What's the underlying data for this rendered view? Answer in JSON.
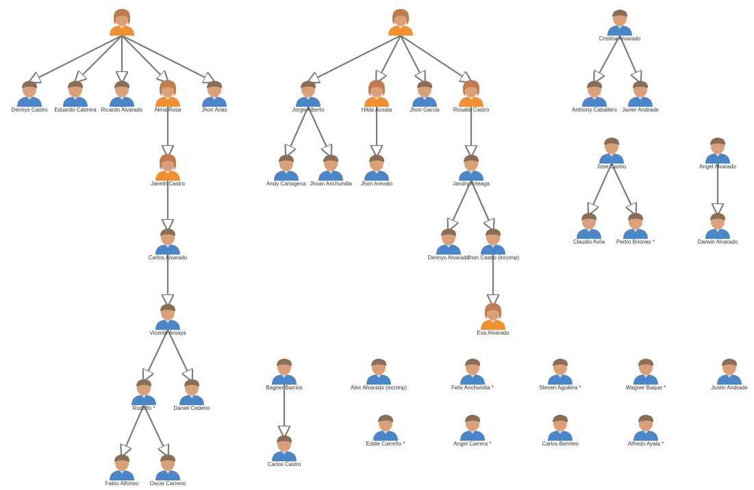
{
  "diagram": {
    "nodes": [
      {
        "id": "n1",
        "label": "",
        "gender": "female"
      },
      {
        "id": "n2",
        "label": "Dennys Castro",
        "gender": "male"
      },
      {
        "id": "n3",
        "label": "Eduardo Cabrera",
        "gender": "male"
      },
      {
        "id": "n4",
        "label": "Ricardo Alvarado",
        "gender": "male"
      },
      {
        "id": "n5",
        "label": "Alma Rosa",
        "gender": "female"
      },
      {
        "id": "n6",
        "label": "Jhon Arias",
        "gender": "male"
      },
      {
        "id": "n7",
        "label": "Janeth Castro",
        "gender": "female"
      },
      {
        "id": "n8",
        "label": "Carlos Alvarado",
        "gender": "male"
      },
      {
        "id": "n9",
        "label": "Vicente Amaya",
        "gender": "male"
      },
      {
        "id": "n10",
        "label": "Rodolfo *",
        "gender": "male"
      },
      {
        "id": "n11",
        "label": "Daniel Cedeno",
        "gender": "male"
      },
      {
        "id": "n12",
        "label": "Fabio Alfonso",
        "gender": "male"
      },
      {
        "id": "n13",
        "label": "Oscar Carreno",
        "gender": "male"
      },
      {
        "id": "n14",
        "label": "",
        "gender": "female"
      },
      {
        "id": "n15",
        "label": "Jorge Alberto",
        "gender": "male"
      },
      {
        "id": "n16",
        "label": "Hilda Acosta",
        "gender": "female"
      },
      {
        "id": "n17",
        "label": "Jhon Garcia",
        "gender": "male"
      },
      {
        "id": "n18",
        "label": "Rosalia Castro",
        "gender": "female"
      },
      {
        "id": "n19",
        "label": "Andy Cartagena",
        "gender": "male"
      },
      {
        "id": "n20",
        "label": "Jhoan Anchundia",
        "gender": "male"
      },
      {
        "id": "n21",
        "label": "Jhon Arevalo",
        "gender": "male"
      },
      {
        "id": "n22",
        "label": "Jandry Arteaga",
        "gender": "male"
      },
      {
        "id": "n23",
        "label": "Dennys Alvarado",
        "gender": "male"
      },
      {
        "id": "n24",
        "label": "Jhon Castro (incomp)",
        "gender": "male"
      },
      {
        "id": "n25",
        "label": "Eva Alvarado",
        "gender": "female"
      },
      {
        "id": "n26",
        "label": "Cristina Alvarado",
        "gender": "male"
      },
      {
        "id": "n27",
        "label": "Anthony Caballero",
        "gender": "male"
      },
      {
        "id": "n28",
        "label": "Javier Andrade",
        "gender": "male"
      },
      {
        "id": "n29",
        "label": "Jose Castro",
        "gender": "male"
      },
      {
        "id": "n30",
        "label": "Claudio Avila",
        "gender": "male"
      },
      {
        "id": "n31",
        "label": "Pedro Briones *",
        "gender": "male"
      },
      {
        "id": "n32",
        "label": "Angel Alvarado",
        "gender": "male"
      },
      {
        "id": "n33",
        "label": "Darwin Alvarado",
        "gender": "male"
      },
      {
        "id": "n34",
        "label": "Bagner Barrios",
        "gender": "male"
      },
      {
        "id": "n35",
        "label": "Carlos Castro",
        "gender": "male"
      },
      {
        "id": "n36",
        "label": "Alex Alvarado (incomp)",
        "gender": "male"
      },
      {
        "id": "n37",
        "label": "Felix Anchundia *",
        "gender": "male"
      },
      {
        "id": "n38",
        "label": "Steven Aguilera *",
        "gender": "male"
      },
      {
        "id": "n39",
        "label": "Wagner Baque *",
        "gender": "male"
      },
      {
        "id": "n40",
        "label": "Justin Andrade",
        "gender": "male"
      },
      {
        "id": "n41",
        "label": "Eddie Carreño *",
        "gender": "male"
      },
      {
        "id": "n42",
        "label": "Angel Carrera *",
        "gender": "male"
      },
      {
        "id": "n43",
        "label": "Carlos Bermeo",
        "gender": "male"
      },
      {
        "id": "n44",
        "label": "Alfredo Ayala *",
        "gender": "male"
      }
    ],
    "edges": [
      [
        "n1",
        "n2"
      ],
      [
        "n1",
        "n3"
      ],
      [
        "n1",
        "n4"
      ],
      [
        "n1",
        "n5"
      ],
      [
        "n1",
        "n6"
      ],
      [
        "n5",
        "n7"
      ],
      [
        "n7",
        "n8"
      ],
      [
        "n8",
        "n9"
      ],
      [
        "n9",
        "n10"
      ],
      [
        "n9",
        "n11"
      ],
      [
        "n10",
        "n12"
      ],
      [
        "n10",
        "n13"
      ],
      [
        "n14",
        "n15"
      ],
      [
        "n14",
        "n16"
      ],
      [
        "n14",
        "n17"
      ],
      [
        "n14",
        "n18"
      ],
      [
        "n15",
        "n19"
      ],
      [
        "n15",
        "n20"
      ],
      [
        "n16",
        "n21"
      ],
      [
        "n18",
        "n22"
      ],
      [
        "n22",
        "n23"
      ],
      [
        "n22",
        "n24"
      ],
      [
        "n24",
        "n25"
      ],
      [
        "n26",
        "n27"
      ],
      [
        "n26",
        "n28"
      ],
      [
        "n29",
        "n30"
      ],
      [
        "n29",
        "n31"
      ],
      [
        "n32",
        "n33"
      ],
      [
        "n34",
        "n35"
      ]
    ],
    "colors": {
      "male": "#4a86c8",
      "female": "#f0902e",
      "skin": "#d9a07a",
      "hair": "#8a6d52",
      "edge": "#7a7a7a"
    }
  }
}
